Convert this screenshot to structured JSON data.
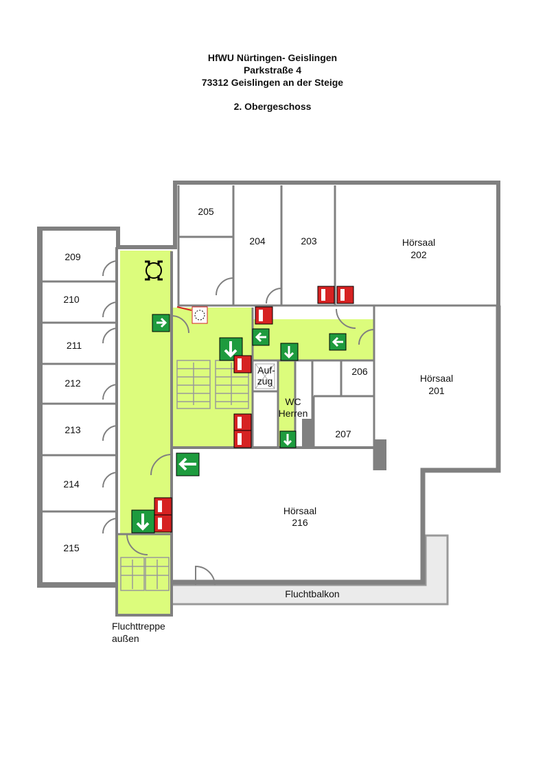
{
  "header": {
    "line1": "HfWU Nürtingen- Geislingen",
    "line2": "Parkstraße 4",
    "line3": "73312 Geislingen an der Steige",
    "floor": "2. Obergeschoss"
  },
  "rooms": {
    "r205": "205",
    "r204": "204",
    "r203": "203",
    "h202a": "Hörsaal",
    "h202b": "202",
    "h201a": "Hörsaal",
    "h201b": "201",
    "r206": "206",
    "r207": "207",
    "r209": "209",
    "r210": "210",
    "r211": "211",
    "r212": "212",
    "r213": "213",
    "r214": "214",
    "r215": "215",
    "h216a": "Hörsaal",
    "h216b": "216",
    "lift_a": "Auf-",
    "lift_b": "zug",
    "wc_a": "WC",
    "wc_b": "Herren",
    "balcony": "Fluchtbalkon",
    "stair_a": "Fluchttreppe",
    "stair_b": "außen"
  },
  "colors": {
    "wall": "#808080",
    "escape": "#dcfc7c",
    "exit_sign": "#1e9b3e",
    "fire_sign": "#d62222",
    "balcony": "#ebebeb"
  },
  "icons": [
    "exit-arrow-icon",
    "fire-extinguisher-icon",
    "fire-alarm-icon",
    "assembly-table-icon"
  ]
}
